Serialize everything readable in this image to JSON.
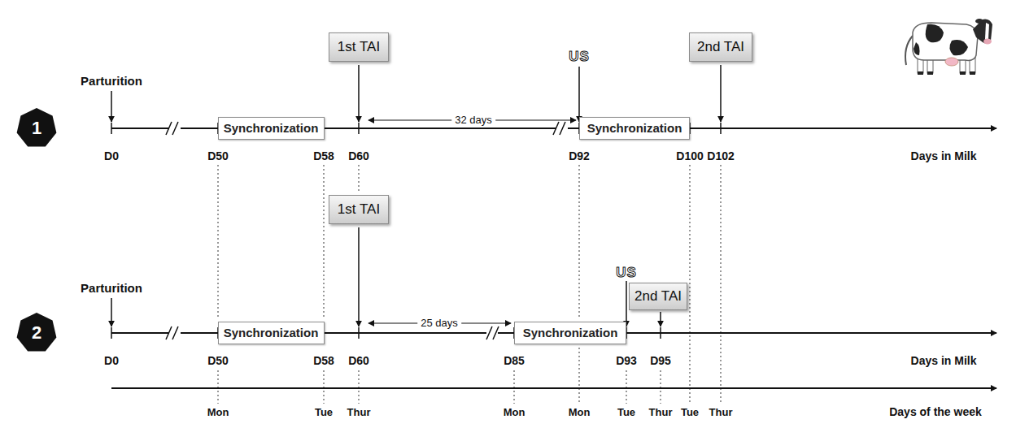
{
  "diagram": {
    "nodes": [
      {
        "text": [
          "1"
        ]
      },
      {
        "text": [
          "1st TAI"
        ]
      },
      {
        "text": [
          "2nd TAI"
        ]
      },
      {
        "text": [
          "Synchronization"
        ]
      },
      {
        "text": [
          "Synchronization"
        ]
      },
      {
        "text": [
          "2"
        ]
      },
      {
        "text": [
          "1st TAI"
        ]
      },
      {
        "text": [
          "Synchronization"
        ]
      },
      {
        "text": [
          "Synchronization"
        ]
      },
      {
        "text": [
          "2nd TAI"
        ]
      }
    ],
    "labels": [
      "Parturition",
      "D0",
      "D50",
      "D58",
      "D60",
      "US",
      "32 days",
      "D92",
      "D100",
      "D102",
      "Days in Milk",
      "Parturition",
      "D0",
      "D50",
      "D58",
      "D60",
      "25 days",
      "D85",
      "US",
      "D93",
      "D95",
      "Days in Milk",
      "Mon",
      "Tue",
      "Thur",
      "Mon",
      "Mon",
      "Tue",
      "Thur",
      "Tue",
      "Thur",
      "Days of the week"
    ]
  }
}
